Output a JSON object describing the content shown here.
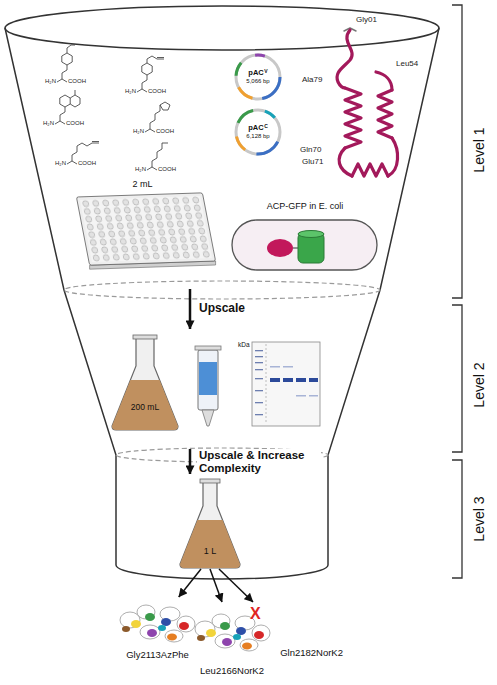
{
  "diagram": {
    "nodes": [
      {
        "text": [
          "Level 1"
        ]
      },
      {
        "text": [
          "pAC",
          "V",
          "5,066 bp"
        ],
        "in": 0
      },
      {
        "text": [
          "pAC",
          "C",
          "6,128 bp"
        ],
        "in": 0
      },
      {
        "text": [
          "2 mL"
        ],
        "in": 0
      },
      {
        "text": [
          "ACP-GFP in E. coli"
        ],
        "in": 0
      },
      {
        "text": [
          "Level 2"
        ]
      },
      {
        "text": [
          "200 mL"
        ],
        "in": 5
      },
      {
        "text": [
          "kDa"
        ],
        "in": 5
      },
      {
        "text": [
          "Level 3"
        ]
      },
      {
        "text": [
          "1 L"
        ],
        "in": 8
      },
      {
        "text": [
          "Gly2113AzPhe"
        ]
      },
      {
        "text": [
          "Leu2166NorK2"
        ]
      },
      {
        "text": [
          "X",
          "Gln2182NorK2"
        ]
      }
    ],
    "edges": [
      {
        "from": 0,
        "to": 5,
        "arrow": "to",
        "label": "Upscale"
      },
      {
        "from": 5,
        "to": 8,
        "arrow": "to",
        "label": "Upscale & Increase Complexity"
      },
      {
        "from": 9,
        "to": 10,
        "arrow": "to"
      },
      {
        "from": 9,
        "to": 11,
        "arrow": "to"
      },
      {
        "from": 9,
        "to": 12,
        "arrow": "to"
      }
    ],
    "labels": [
      "Gly01",
      "Ala79",
      "Leu54",
      "Gln70",
      "Glu71",
      "H₂N",
      "COOH",
      "H₂N",
      "COOH",
      "H₂N",
      "COOH",
      "H₂N",
      "COOH",
      "H₂N",
      "COOH",
      "H₂N",
      "COOH"
    ]
  }
}
